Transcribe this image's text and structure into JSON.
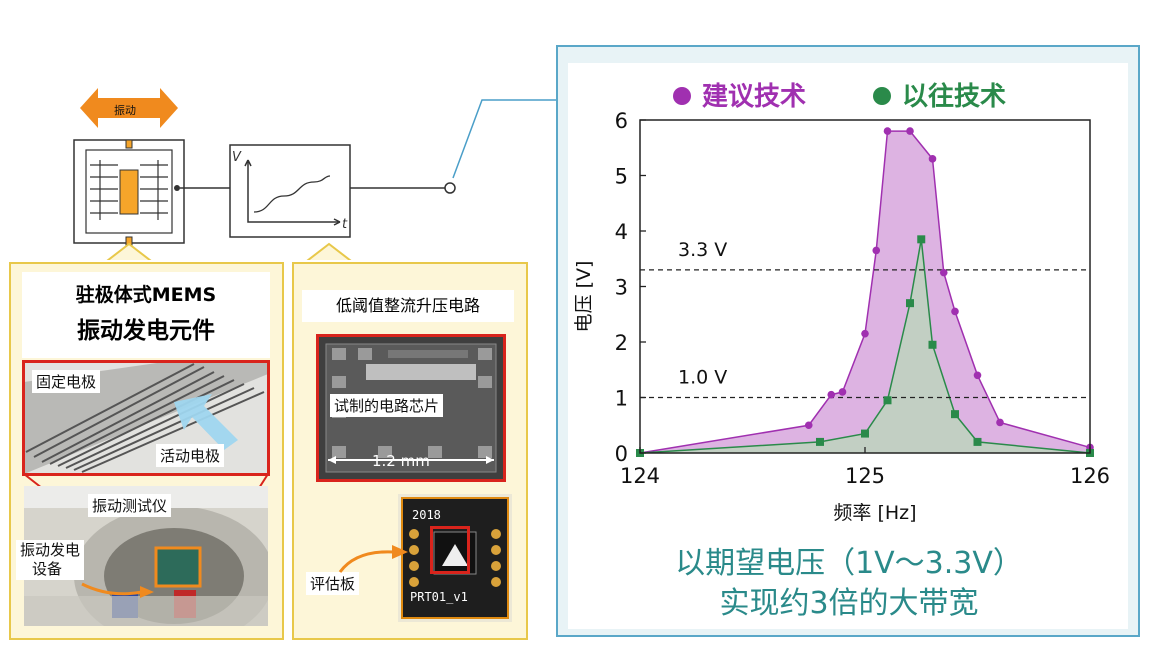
{
  "device": {
    "vibration_label": "振动",
    "title_line1": "驻极体式MEMS",
    "title_line2": "振动发电元件",
    "fixed_electrode": "固定电极",
    "moving_electrode": "活动电极",
    "vibration_tester": "振动测试仪",
    "vibration_gen_line1": "振动发电",
    "vibration_gen_line2": "设备"
  },
  "circuit": {
    "graph_v_label": "V",
    "graph_t_label": "t",
    "title": "低阈值整流升压电路",
    "chip_label": "试制的电路芯片",
    "scale_label": "1.2 mm",
    "board_label": "评估板",
    "board_top_text": "2018",
    "board_bottom_text": "PRT01_v1"
  },
  "chart_data": {
    "type": "area",
    "legend": [
      "建议技术",
      "以往技术"
    ],
    "xlabel": "频率 [Hz]",
    "ylabel": "电压 [V]",
    "xlim": [
      124,
      126
    ],
    "ylim": [
      0,
      6
    ],
    "xticks": [
      "124",
      "125",
      "126"
    ],
    "yticks": [
      "0",
      "1",
      "2",
      "3",
      "4",
      "5",
      "6"
    ],
    "reference_lines": [
      {
        "value": 3.3,
        "label": "3.3 V"
      },
      {
        "value": 1.0,
        "label": "1.0 V"
      }
    ],
    "series": [
      {
        "name": "建议技术",
        "color": "#a030b0",
        "fill": "#d7a6dd",
        "marker": "circle",
        "x": [
          124.0,
          124.75,
          124.85,
          124.9,
          125.0,
          125.05,
          125.1,
          125.2,
          125.3,
          125.35,
          125.4,
          125.5,
          125.6,
          126.0
        ],
        "y": [
          0.0,
          0.5,
          1.05,
          1.1,
          2.15,
          3.65,
          5.8,
          5.8,
          5.3,
          3.25,
          2.55,
          1.4,
          0.55,
          0.1
        ]
      },
      {
        "name": "以往技术",
        "color": "#2a8a4a",
        "fill": "#b8d8b8",
        "marker": "square",
        "x": [
          124.0,
          124.8,
          125.0,
          125.1,
          125.2,
          125.25,
          125.3,
          125.4,
          125.5,
          126.0
        ],
        "y": [
          0.0,
          0.2,
          0.35,
          0.95,
          2.7,
          3.85,
          1.95,
          0.7,
          0.2,
          0.0
        ]
      }
    ]
  },
  "footer": {
    "line1": "以期望电压（1V～3.3V）",
    "line2": "实现约3倍的大带宽"
  }
}
